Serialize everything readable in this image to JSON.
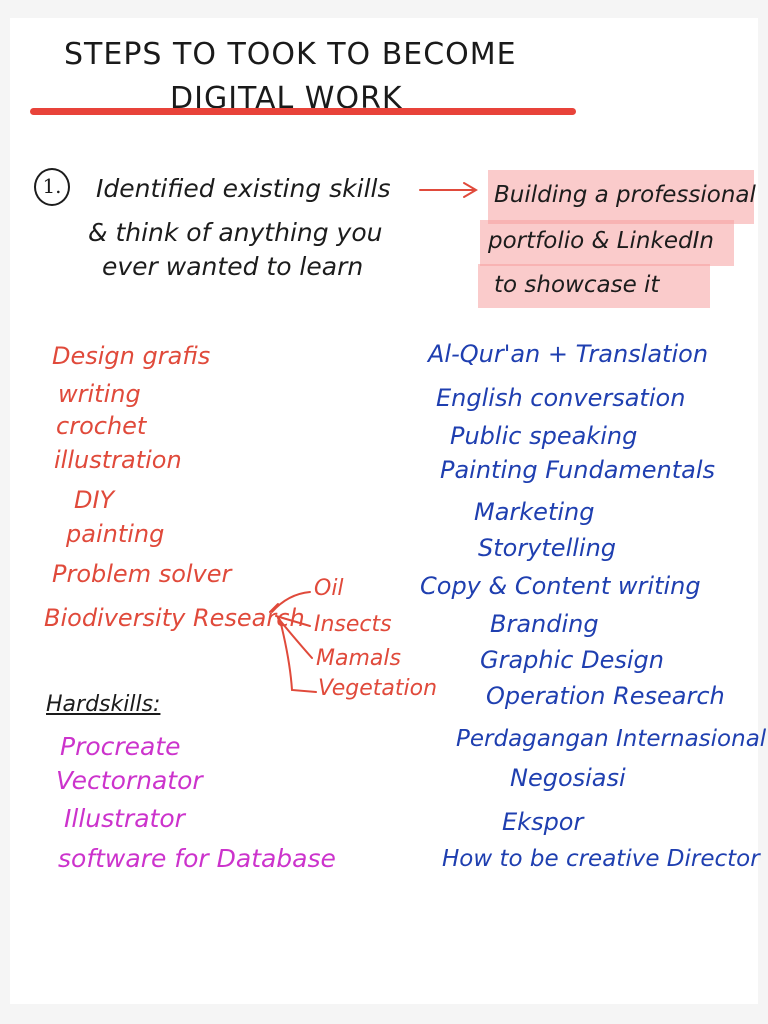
{
  "title": {
    "line1": "STEPS TO TOOK TO BECOME",
    "line2": "DIGITAL WORK"
  },
  "step1": {
    "number": "1.",
    "text_line1": "Identified existing skills",
    "text_line2": "& think of anything you",
    "text_line3": "ever wanted to learn",
    "result_line1": "Building a professional",
    "result_line2": "portfolio & LinkedIn",
    "result_line3": "to showcase it"
  },
  "existing_skills": [
    "Design grafis",
    "writing",
    "crochet",
    "illustration",
    "DIY",
    "painting",
    "Problem solver",
    "Biodiversity Research"
  ],
  "research_branches": [
    "Oil",
    "Insects",
    "Mamals",
    "Vegetation"
  ],
  "hardskills": {
    "label": "Hardskills:",
    "items": [
      "Procreate",
      "Vectornator",
      "Illustrator",
      "software for Database"
    ]
  },
  "want_to_learn": [
    "Al-Qur'an + Translation",
    "English conversation",
    "Public speaking",
    "Painting Fundamentals",
    "Marketing",
    "Storytelling",
    "Copy & Content writing",
    "Branding",
    "Graphic Design",
    "Operation Research",
    "Perdagangan Internasional",
    "Negosiasi",
    "Ekspor",
    "How to be creative Director"
  ],
  "colors": {
    "underline": "#e8433a",
    "existing": "#e04a3b",
    "learn": "#1f3fb0",
    "hardskills": "#cc33cc",
    "highlight": "#f6a0a0"
  }
}
